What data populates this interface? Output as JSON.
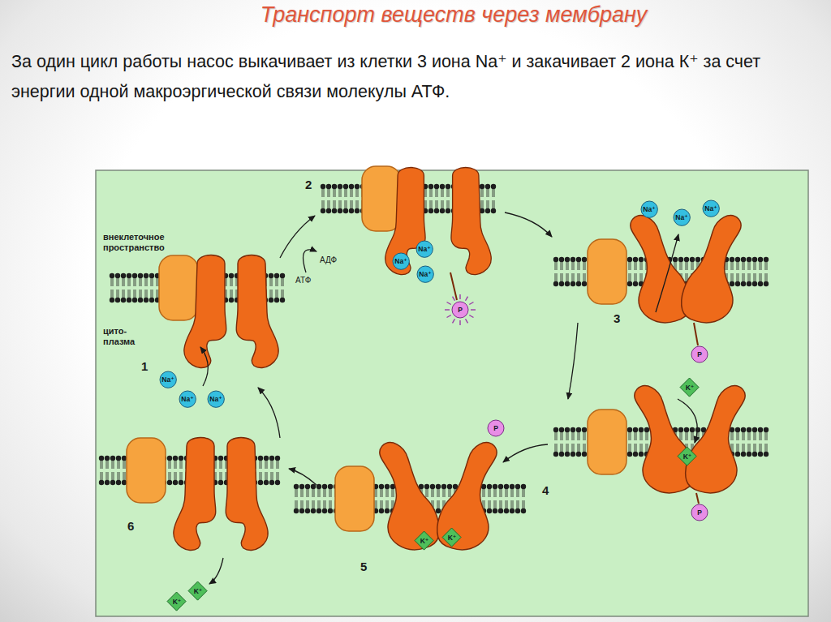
{
  "diagram": {
    "title": "Транспорт веществ через мембрану",
    "caption": "За один цикл работы насос выкачивает из клетки 3 иона Na⁺ и закачивает 2 иона К⁺ за счет энергии одной макроэргической связи молекулы АТФ.",
    "nodes": [
      {
        "text": [
          "Na⁺"
        ]
      },
      {
        "text": [
          "Na⁺"
        ]
      },
      {
        "text": [
          "Na⁺"
        ]
      },
      {
        "text": [
          "Na⁺"
        ]
      },
      {
        "text": [
          "Na⁺"
        ]
      },
      {
        "text": [
          "Na⁺"
        ]
      },
      {
        "text": [
          "P"
        ]
      },
      {
        "text": [
          "Na⁺"
        ]
      },
      {
        "text": [
          "Na⁺"
        ]
      },
      {
        "text": [
          "Na⁺"
        ]
      },
      {
        "text": [
          "P"
        ]
      },
      {
        "text": [
          "K⁺"
        ]
      },
      {
        "text": [
          "K⁺"
        ]
      },
      {
        "text": [
          "P"
        ]
      },
      {
        "text": [
          "P"
        ]
      },
      {
        "text": [
          "K⁺"
        ]
      },
      {
        "text": [
          "K⁺"
        ]
      },
      {
        "text": [
          "K⁺"
        ]
      },
      {
        "text": [
          "K⁺"
        ]
      }
    ],
    "labels": [
      "2",
      "внеклеточное пространство",
      "АДФ",
      "АТФ",
      "цито- плазма",
      "1",
      "3",
      "4",
      "5",
      "6"
    ]
  }
}
